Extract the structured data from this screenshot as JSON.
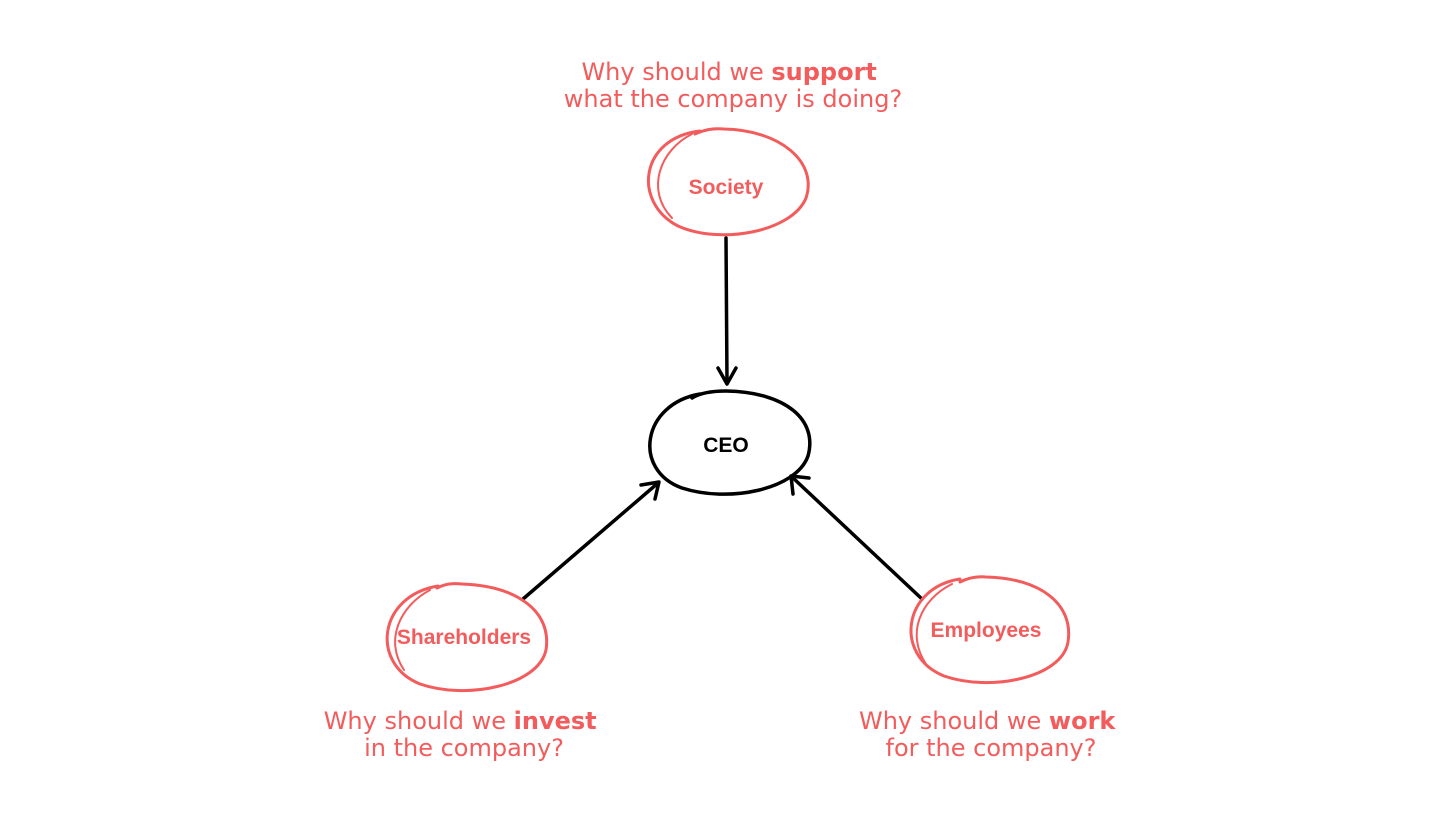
{
  "colors": {
    "accent": "#f25c5c",
    "ink": "#000000",
    "background": "#ffffff"
  },
  "nodes": {
    "society": {
      "label": "Society"
    },
    "ceo": {
      "label": "CEO"
    },
    "shareholders": {
      "label": "Shareholders"
    },
    "employees": {
      "label": "Employees"
    }
  },
  "questions": {
    "society": {
      "line1_prefix": "Why should we ",
      "line1_emphasis": "support",
      "line2": "what the company is doing?"
    },
    "shareholders": {
      "line1_prefix": "Why should we ",
      "line1_emphasis": "invest",
      "line2": "in the company?"
    },
    "employees": {
      "line1_prefix": "Why should we ",
      "line1_emphasis": "work",
      "line2": "for the company?"
    }
  }
}
